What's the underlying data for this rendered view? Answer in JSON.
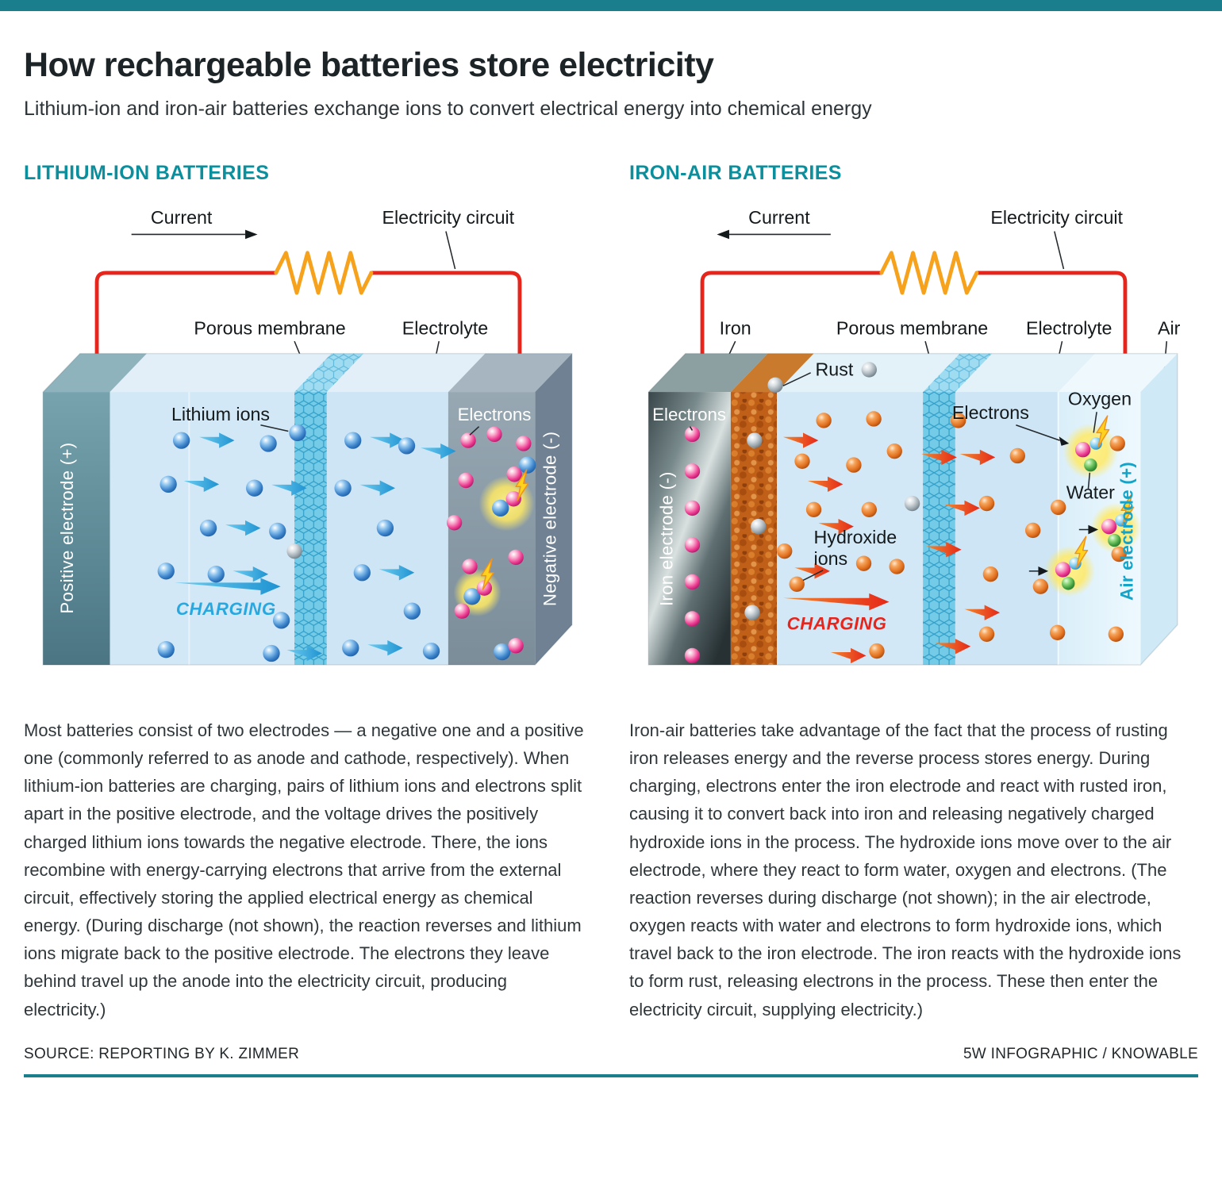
{
  "page": {
    "title": "How rechargeable batteries store electricity",
    "subtitle": "Lithium-ion and iron-air batteries exchange ions to convert electrical energy into chemical energy"
  },
  "lithium": {
    "section_title": "LITHIUM-ION BATTERIES",
    "labels": {
      "current": "Current",
      "circuit": "Electricity circuit",
      "membrane": "Porous membrane",
      "electrolyte": "Electrolyte",
      "ions": "Lithium ions",
      "electrons": "Electrons",
      "positive_electrode": "Positive electrode (+)",
      "negative_electrode": "Negative electrode (-)",
      "charging": "CHARGING"
    },
    "caption": "Most batteries consist of two electrodes — a negative one and a positive one (commonly referred to as anode and cathode, respectively). When lithium-ion batteries are charging, pairs of lithium ions and electrons split apart in the positive electrode, and the voltage drives the positively charged lithium ions towards the negative electrode. There, the ions recombine with energy-carrying electrons that arrive from the external circuit, effectively storing the applied electrical energy as chemical energy. (During discharge (not shown), the reaction reverses and lithium ions migrate back to the positive electrode. The electrons they leave behind travel up the anode into the electricity circuit, producing electricity.)"
  },
  "iron_air": {
    "section_title": "IRON-AIR BATTERIES",
    "labels": {
      "current": "Current",
      "circuit": "Electricity circuit",
      "iron": "Iron",
      "membrane": "Porous membrane",
      "electrolyte": "Electrolyte",
      "air": "Air",
      "rust": "Rust",
      "electrons_left": "Electrons",
      "electrons_right": "Electrons",
      "oxygen": "Oxygen",
      "water": "Water",
      "hydroxide_line1": "Hydroxide",
      "hydroxide_line2": "ions",
      "iron_electrode": "Iron electrode (-)",
      "air_electrode": "Air electrode (+)",
      "charging": "CHARGING"
    },
    "caption": "Iron-air batteries take advantage of the fact that the process of rusting iron releases energy and the reverse process stores energy. During charging, electrons enter the iron electrode and react with rusted iron, causing it to convert back into iron and releasing negatively charged hydroxide ions in the process. The hydroxide ions move over to the air electrode, where they react to form water, oxygen and electrons. (The reaction reverses during discharge (not shown); in the air electrode, oxygen reacts with water and electrons to form hydroxide ions, which travel back to the iron electrode. The iron reacts with the hydroxide ions to form rust, releasing electrons in the process. These then enter the electricity circuit, supplying electricity.)"
  },
  "footer": {
    "source": "SOURCE: REPORTING BY K. ZIMMER",
    "credit": "5W INFOGRAPHIC / KNOWABLE"
  },
  "colors": {
    "accent_teal_bar": "#1a7e8c",
    "section_heading_teal": "#0c8f9d",
    "wire_red": "#e6251c",
    "resistor_orange": "#f6a21d",
    "ion_arrow_blue": "#29a8e0",
    "charging_red": "#e6251c"
  }
}
